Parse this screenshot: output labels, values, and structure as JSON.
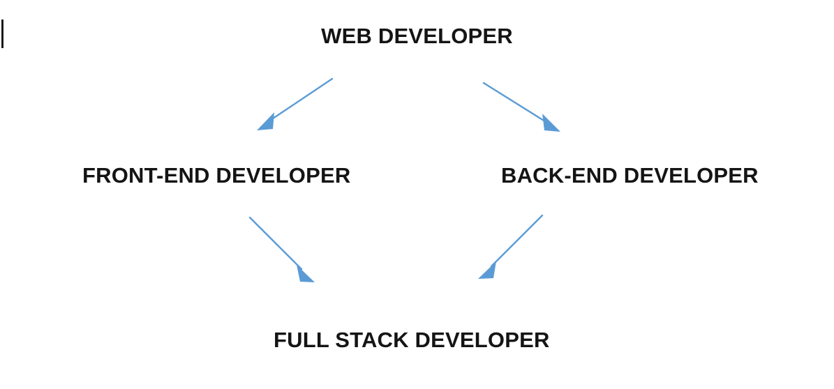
{
  "diagram": {
    "title_node": "WEB DEVELOPER",
    "background_color": "#FFFFFF",
    "text_color": "#141414",
    "arrow_color": "#5B9BD5",
    "nodes": [
      {
        "id": "web",
        "label": "WEB DEVELOPER",
        "level": 1
      },
      {
        "id": "front",
        "label": "FRONT-END DEVELOPER",
        "level": 2
      },
      {
        "id": "back",
        "label": "BACK-END DEVELOPER",
        "level": 2
      },
      {
        "id": "full",
        "label": "FULL STACK DEVELOPER",
        "level": 3
      }
    ],
    "edges": [
      {
        "id": "web-to-front",
        "from": "WEB DEVELOPER",
        "to": "FRONT-END DEVELOPER",
        "direction": "down-left"
      },
      {
        "id": "web-to-back",
        "from": "WEB DEVELOPER",
        "to": "BACK-END DEVELOPER",
        "direction": "down-right"
      },
      {
        "id": "front-to-full",
        "from": "FRONT-END DEVELOPER",
        "to": "FULL STACK DEVELOPER",
        "direction": "down-right"
      },
      {
        "id": "back-to-full",
        "from": "BACK-END DEVELOPER",
        "to": "FULL STACK DEVELOPER",
        "direction": "down-left"
      }
    ]
  }
}
